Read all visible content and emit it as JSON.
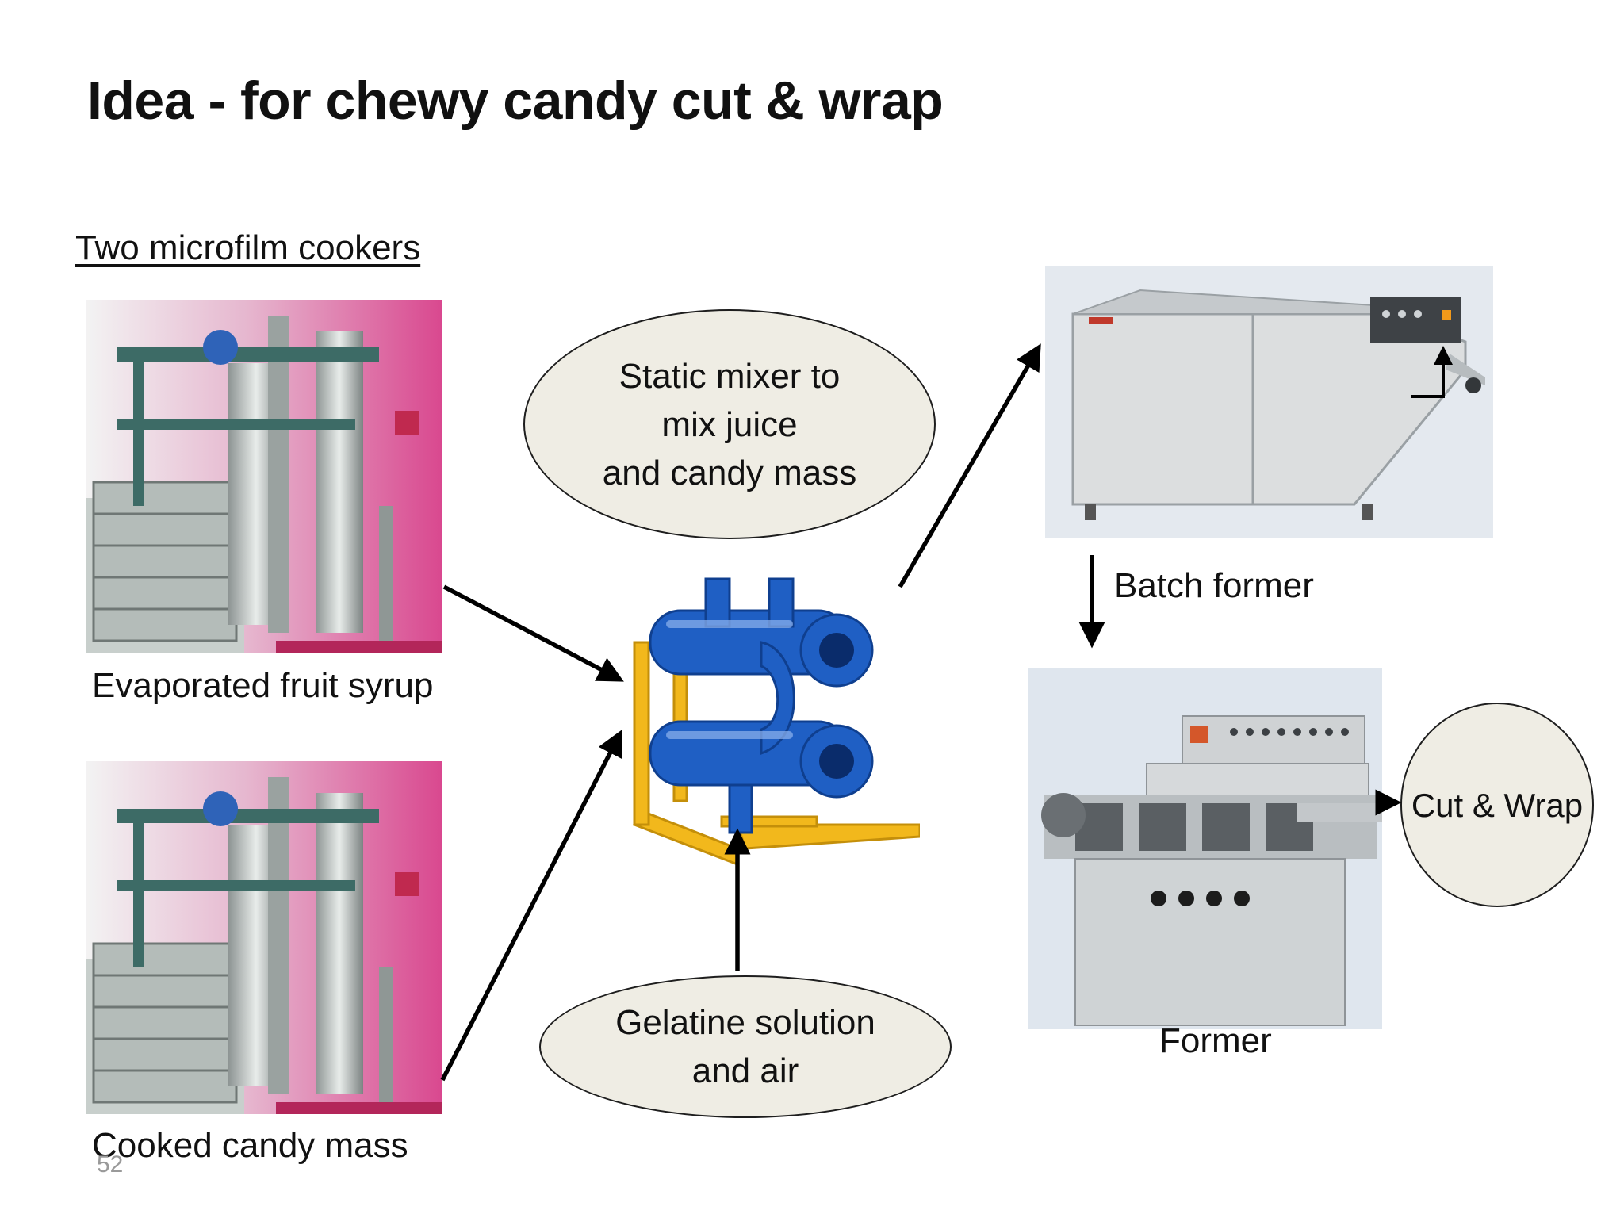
{
  "slide": {
    "title": "Idea - for chewy candy cut & wrap",
    "subtitle": "Two microfilm cookers",
    "page_number": "52"
  },
  "nodes": {
    "cooker1_caption": "Evaporated fruit syrup",
    "cooker2_caption": "Cooked candy mass",
    "static_mixer": [
      "Static mixer to",
      "mix juice",
      "and candy mass"
    ],
    "gelatine": [
      "Gelatine solution",
      "and air"
    ],
    "batch_former": "Batch former",
    "former": "Former",
    "cut_wrap": "Cut & Wrap"
  },
  "colors": {
    "ellipse_fill": "#efede4",
    "cooker_background": "#d9488f",
    "mixer_blue": "#1f5fc4",
    "mixer_frame": "#f2b81c",
    "machine_steel": "#dcdedf"
  }
}
